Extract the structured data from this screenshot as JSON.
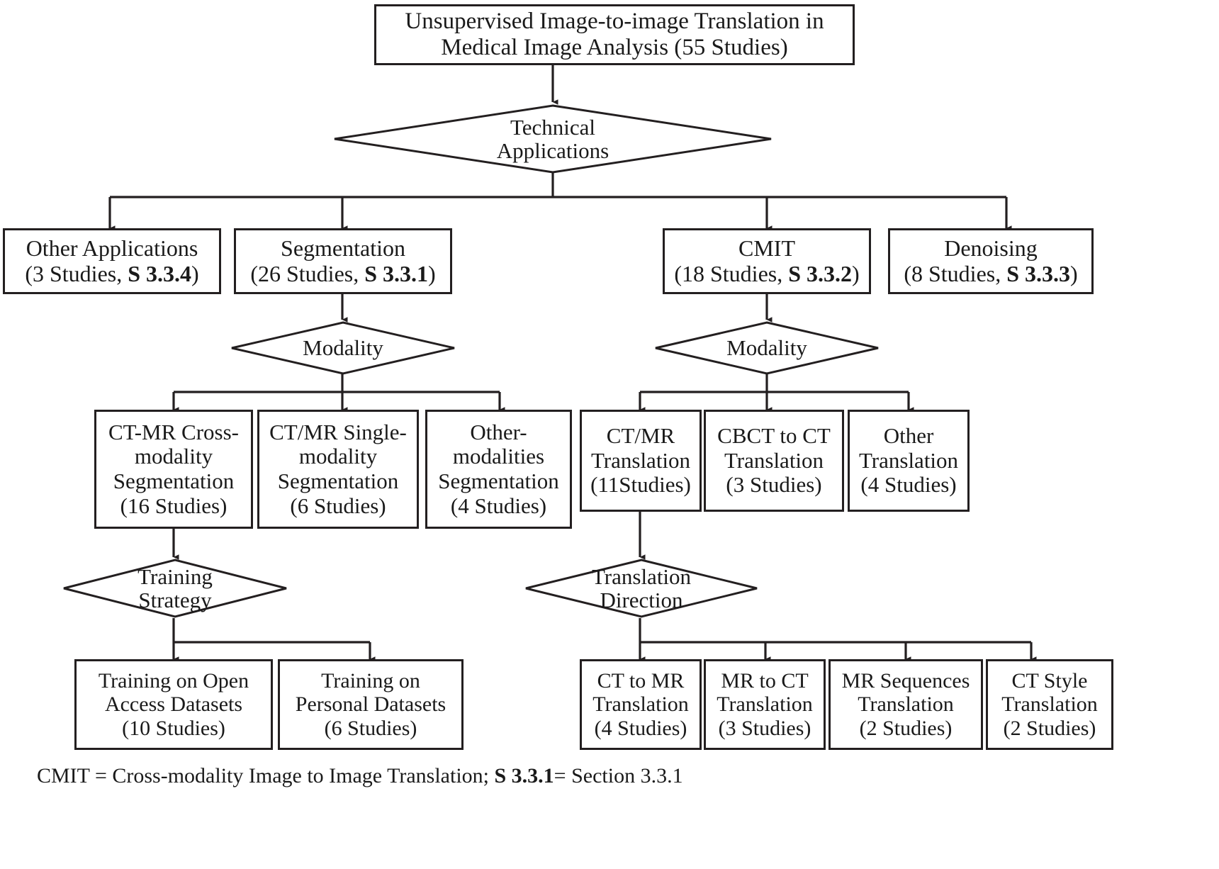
{
  "diagram": {
    "type": "flowchart",
    "title_node": {
      "lines": [
        "Unsupervised Image-to-image Translation in",
        "Medical Image Analysis (55 Studies)"
      ]
    },
    "decision_technical_applications": {
      "lines": [
        "Technical",
        "Applications"
      ]
    },
    "level2": [
      {
        "name": "other-applications",
        "lines": [
          "Other Applications"
        ],
        "count_prefix": "(3 Studies, ",
        "count_bold": "S 3.3.4",
        "count_suffix": ")"
      },
      {
        "name": "segmentation",
        "lines": [
          "Segmentation"
        ],
        "count_prefix": "(26 Studies, ",
        "count_bold": "S 3.3.1",
        "count_suffix": ")"
      },
      {
        "name": "cmit",
        "lines": [
          "CMIT"
        ],
        "count_prefix": "(18 Studies, ",
        "count_bold": "S 3.3.2",
        "count_suffix": ")"
      },
      {
        "name": "denoising",
        "lines": [
          "Denoising"
        ],
        "count_prefix": "(8 Studies, ",
        "count_bold": "S 3.3.3",
        "count_suffix": ")"
      }
    ],
    "decision_modality_left": {
      "label": "Modality"
    },
    "decision_modality_right": {
      "label": "Modality"
    },
    "segmentation_children": [
      {
        "name": "ct-mr-cross-modality-segmentation",
        "lines": [
          "CT-MR Cross-",
          "modality",
          "Segmentation",
          "(16 Studies)"
        ]
      },
      {
        "name": "ct-mr-single-modality-segmentation",
        "lines": [
          "CT/MR Single-",
          "modality",
          "Segmentation",
          "(6 Studies)"
        ]
      },
      {
        "name": "other-modalities-segmentation",
        "lines": [
          "Other-",
          "modalities",
          "Segmentation",
          "(4 Studies)"
        ]
      }
    ],
    "cmit_children": [
      {
        "name": "ct-mr-translation",
        "lines": [
          "CT/MR",
          "Translation",
          "(11Studies)"
        ]
      },
      {
        "name": "cbct-to-ct-translation",
        "lines": [
          "CBCT to CT",
          "Translation",
          "(3 Studies)"
        ]
      },
      {
        "name": "other-translation",
        "lines": [
          "Other",
          "Translation",
          "(4 Studies)"
        ]
      }
    ],
    "decision_training_strategy": {
      "lines": [
        "Training",
        "Strategy"
      ]
    },
    "decision_translation_direction": {
      "lines": [
        "Translation",
        "Direction"
      ]
    },
    "training_children": [
      {
        "name": "training-on-open-access-datasets",
        "lines": [
          "Training on Open",
          "Access Datasets",
          "(10 Studies)"
        ]
      },
      {
        "name": "training-on-personal-datasets",
        "lines": [
          "Training on",
          "Personal Datasets",
          "(6 Studies)"
        ]
      }
    ],
    "direction_children": [
      {
        "name": "ct-to-mr-translation",
        "lines": [
          "CT to MR",
          "Translation",
          "(4 Studies)"
        ]
      },
      {
        "name": "mr-to-ct-translation",
        "lines": [
          "MR to CT",
          "Translation",
          "(3 Studies)"
        ]
      },
      {
        "name": "mr-sequences-translation",
        "lines": [
          "MR Sequences",
          "Translation",
          "(2 Studies)"
        ]
      },
      {
        "name": "ct-style-translation",
        "lines": [
          "CT Style",
          "Translation",
          "(2 Studies)"
        ]
      }
    ],
    "caption": {
      "part1": "CMIT = Cross-modality Image to Image Translation; ",
      "bold": "S 3.3.1",
      "part2": "= Section 3.3.1"
    },
    "colors": {
      "stroke": "#231f20",
      "background": "#ffffff",
      "text": "#1a1a1a"
    }
  }
}
